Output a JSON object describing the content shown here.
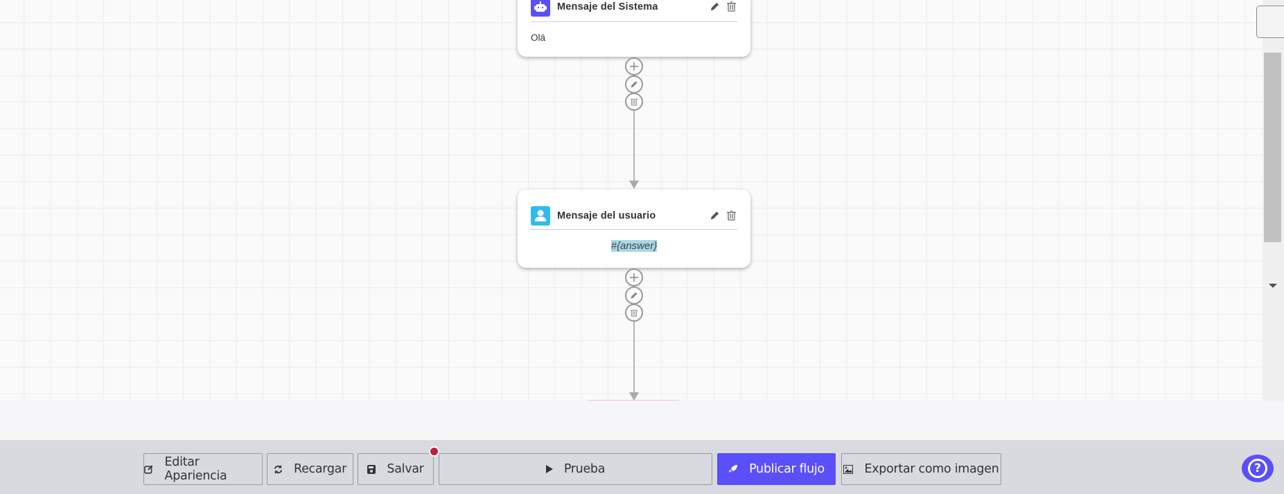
{
  "nodes": [
    {
      "type": "system",
      "title": "Mensaje del Sistema",
      "content": "Olá",
      "icon": "robot-icon",
      "color": "#5b4ff9"
    },
    {
      "type": "user",
      "title": "Mensaje del usuario",
      "content": "#{answer}",
      "icon": "user-icon",
      "color": "#2fbcec"
    }
  ],
  "toolbar": {
    "edit_appearance": "Editar Apariencia",
    "reload": "Recargar",
    "save": "Salvar",
    "test": "Prueba",
    "publish": "Publicar flujo",
    "export": "Exportar como imagen",
    "unsaved_indicator_color": "#be1e3c",
    "accent": "#5b4ff9"
  }
}
